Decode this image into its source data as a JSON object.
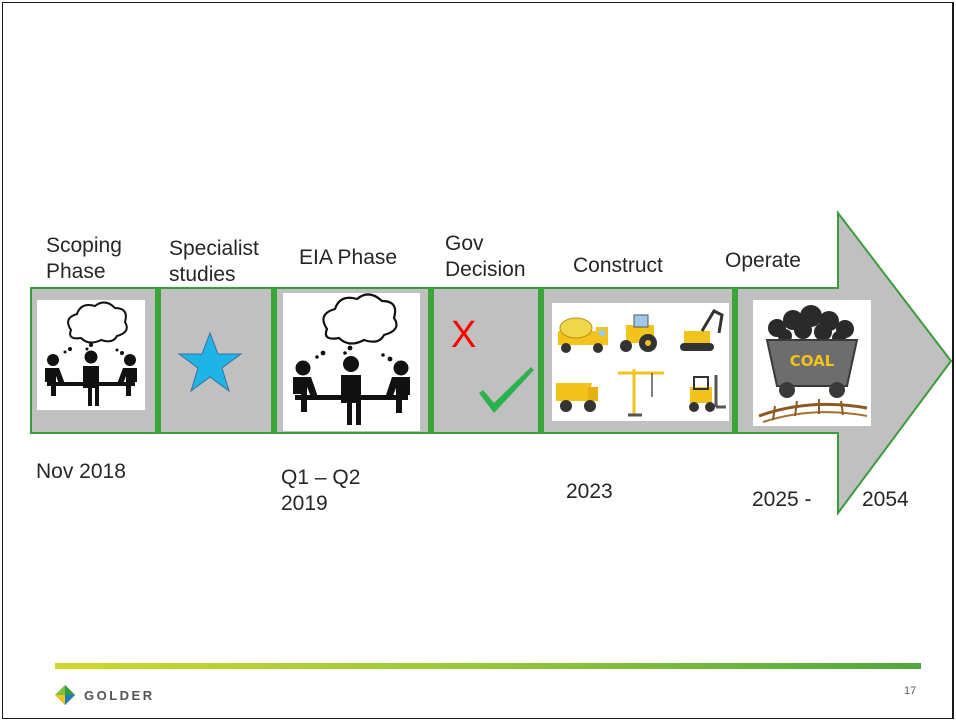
{
  "phases": [
    {
      "label": "Scoping\nPhase",
      "icon": "meeting-thought-icon"
    },
    {
      "label": "Specialist\nstudies",
      "icon": "star-icon"
    },
    {
      "label": "EIA Phase",
      "icon": "meeting-thought-icon"
    },
    {
      "label": "Gov\nDecision",
      "icon": "cross-and-check-icon"
    },
    {
      "label": "Construct",
      "icon": "construction-vehicles-icon"
    },
    {
      "label": "Operate",
      "icon": "coal-cart-icon"
    }
  ],
  "dates": [
    {
      "text": "Nov 2018"
    },
    {
      "text": "Q1 – Q2\n2019"
    },
    {
      "text": "2023"
    },
    {
      "text": "2025  -"
    },
    {
      "text": "2054"
    }
  ],
  "decision": {
    "reject_mark": "X"
  },
  "coal_text": "COAL",
  "footer": {
    "brand": "GOLDER",
    "page_number": "17"
  },
  "colors": {
    "arrow_fill": "#c0c0c0",
    "arrow_border": "#3b9c3b",
    "divider": "#3aa63a",
    "star": "#1fb4e5",
    "cross": "#ff0000",
    "check": "#2bb24c",
    "vehicle": "#f2c31b"
  }
}
